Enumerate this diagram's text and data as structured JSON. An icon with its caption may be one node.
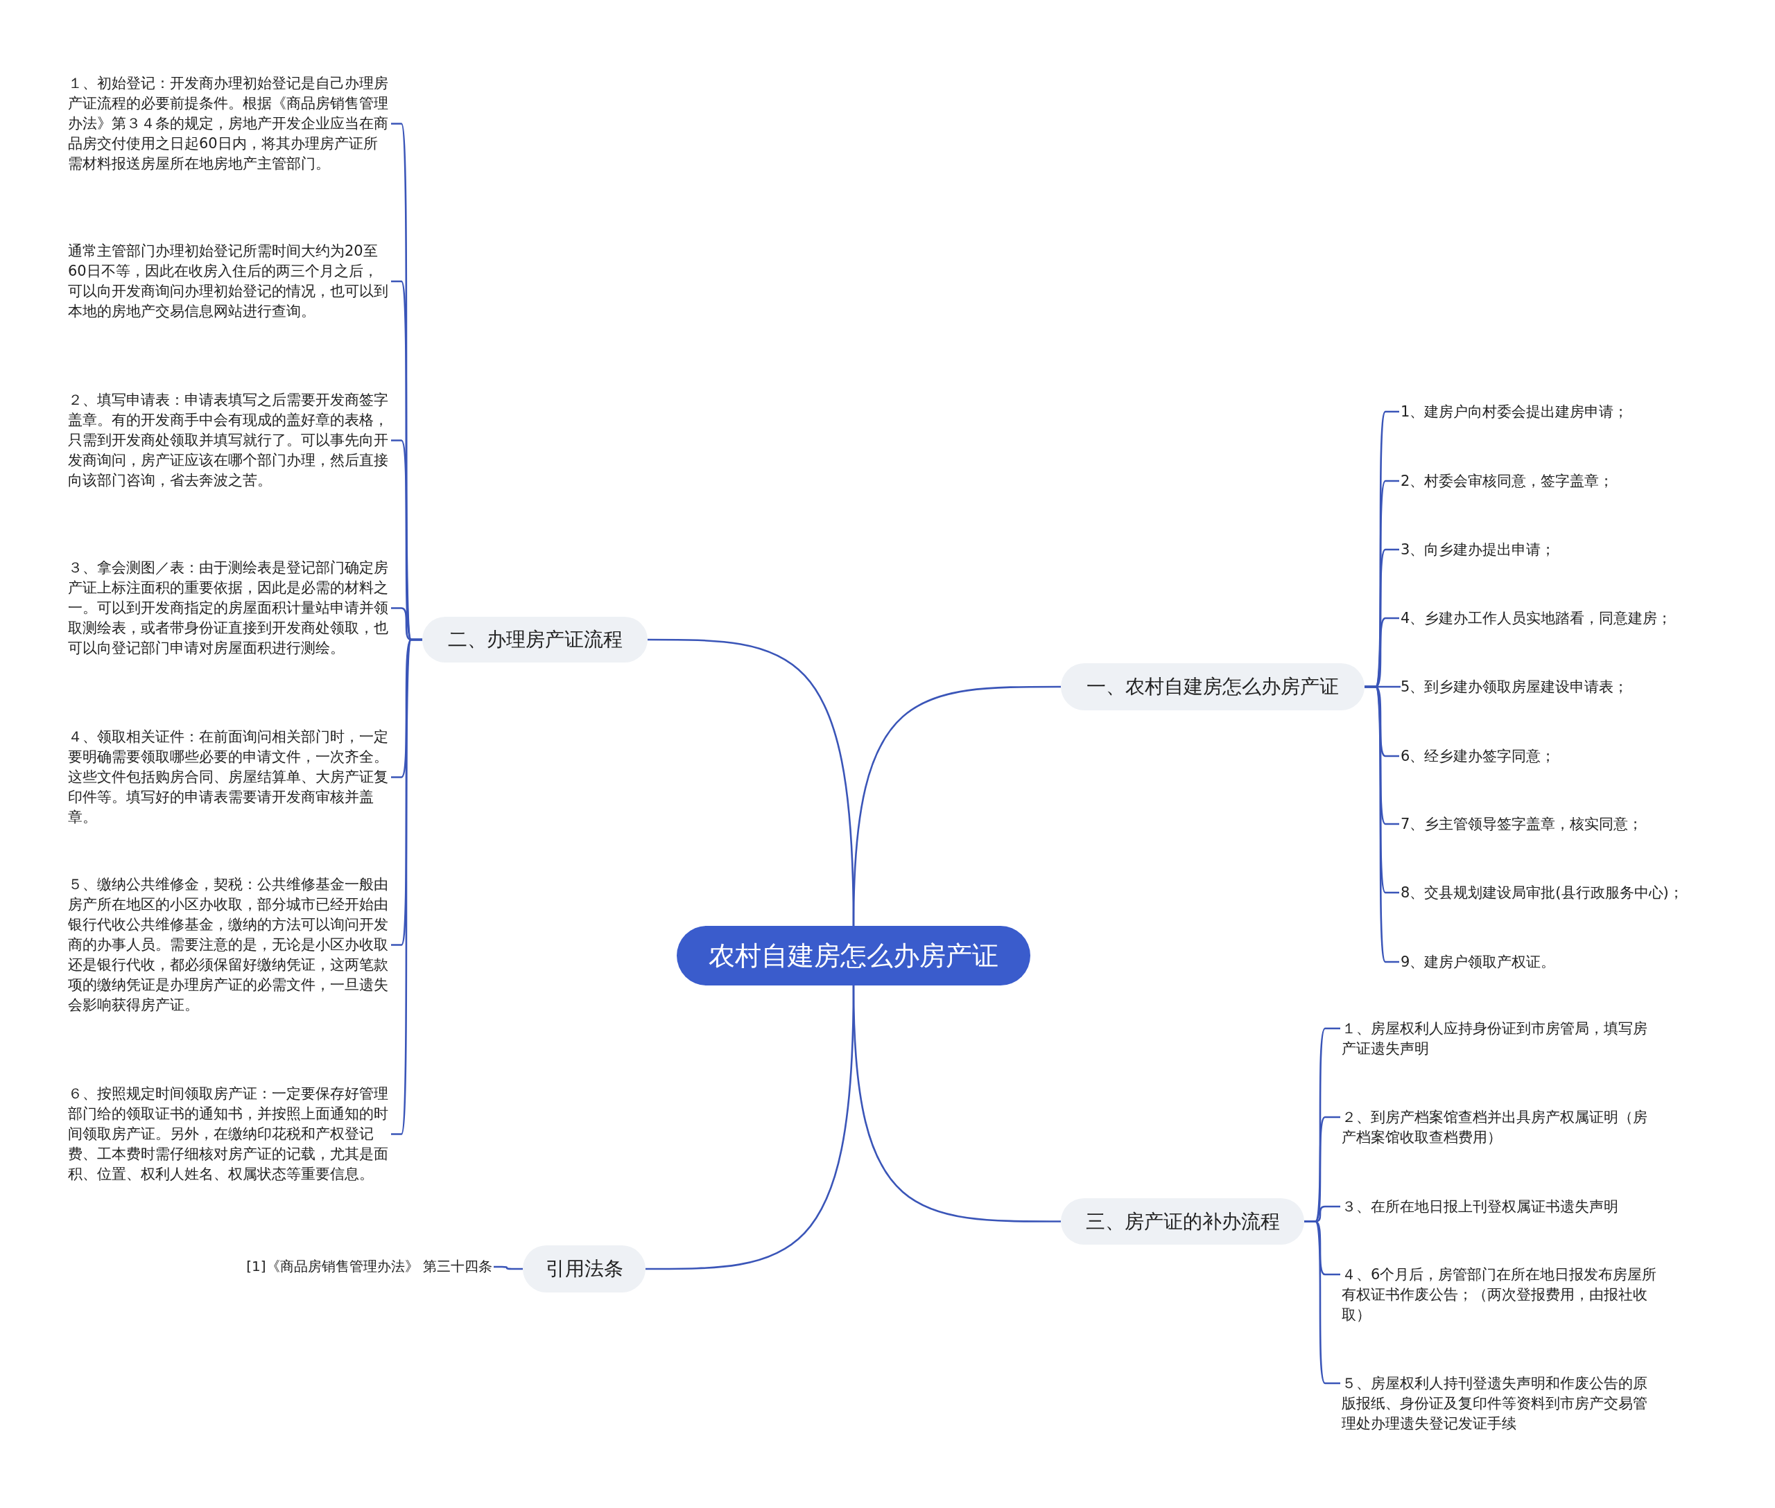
{
  "diagram": {
    "nodes": [
      {
        "text": [
          "农村自建房怎么办房产证"
        ]
      },
      {
        "text": [
          "一、农村自建房怎么办房产证"
        ]
      },
      {
        "text": [
          "1、建房户向村委会提出建房申请；"
        ]
      },
      {
        "text": [
          "2、村委会审核同意，签字盖章；"
        ]
      },
      {
        "text": [
          "3、向乡建办提出申请；"
        ]
      },
      {
        "text": [
          "4、乡建办工作人员实地踏看，同意建房；"
        ]
      },
      {
        "text": [
          "5、到乡建办领取房屋建设申请表；"
        ]
      },
      {
        "text": [
          "6、经乡建办签字同意；"
        ]
      },
      {
        "text": [
          "7、乡主管领导签字盖章，核实同意；"
        ]
      },
      {
        "text": [
          "8、交县规划建设局审批(县行政服务中心)；"
        ]
      },
      {
        "text": [
          "9、建房户领取产权证。"
        ]
      },
      {
        "text": [
          "二、办理房产证流程"
        ]
      },
      {
        "text": [
          "１、初始登记：开发商办理初始登记是自己办理房产证流程的必要前提条件。根据《商品房销售管理办法》第３４条的规定，房地产开发企业应当在商品房交付使用之日起60日内，将其办理房产证所需材料报送房屋所在地房地产主管部门。"
        ]
      },
      {
        "text": [
          "通常主管部门办理初始登记所需时间大约为20至60日不等，因此在收房入住后的两三个月之后，可以向开发商询问办理初始登记的情况，也可以到本地的房地产交易信息网站进行查询。"
        ]
      },
      {
        "text": [
          "２、填写申请表：申请表填写之后需要开发商签字盖章。有的开发商手中会有现成的盖好章的表格，只需到开发商处领取并填写就行了。可以事先向开发商询问，房产证应该在哪个部门办理，然后直接向该部门咨询，省去奔波之苦。"
        ]
      },
      {
        "text": [
          "３、拿会测图／表：由于测绘表是登记部门确定房产证上标注面积的重要依据，因此是必需的材料之一。可以到开发商指定的房屋面积计量站申请并领取测绘表，或者带身份证直接到开发商处领取，也可以向登记部门申请对房屋面积进行测绘。"
        ]
      },
      {
        "text": [
          "４、领取相关证件：在前面询问相关部门时，一定要明确需要领取哪些必要的申请文件，一次齐全。这些文件包括购房合同、房屋结算单、大房产证复印件等。填写好的申请表需要请开发商审核并盖章。"
        ]
      },
      {
        "text": [
          "５、缴纳公共维修金，契税：公共维修基金一般由房产所在地区的小区办收取，部分城市已经开始由银行代收公共维修基金，缴纳的方法可以询问开发商的办事人员。需要注意的是，无论是小区办收取还是银行代收，都必须保留好缴纳凭证，这两笔款项的缴纳凭证是办理房产证的必需文件，一旦遗失会影响获得房产证。"
        ]
      },
      {
        "text": [
          "６、按照规定时间领取房产证：一定要保存好管理部门给的领取证书的通知书，并按照上面通知的时间领取房产证。另外，在缴纳印花税和产权登记费、工本费时需仔细核对房产证的记载，尤其是面积、位置、权利人姓名、权属状态等重要信息。"
        ]
      },
      {
        "text": [
          "三、房产证的补办流程"
        ]
      },
      {
        "text": [
          "１、房屋权利人应持身份证到市房管局，填写房产证遗失声明"
        ]
      },
      {
        "text": [
          "２、到房产档案馆查档并出具房产权属证明（房产档案馆收取查档费用）"
        ]
      },
      {
        "text": [
          "３、在所在地日报上刊登权属证书遗失声明"
        ]
      },
      {
        "text": [
          "４、6个月后，房管部门在所在地日报发布房屋所有权证书作废公告；（两次登报费用，由报社收取）"
        ]
      },
      {
        "text": [
          "５、房屋权利人持刊登遗失声明和作废公告的原版报纸、身份证及复印件等资料到市房产交易管理处办理遗失登记发证手续"
        ]
      },
      {
        "text": [
          "引用法条"
        ]
      },
      {
        "text": [
          "[1]《商品房销售管理办法》 第三十四条"
        ]
      }
    ],
    "edges": [
      {
        "from": 0,
        "to": 1,
        "arrow": "none"
      },
      {
        "from": 1,
        "to": 2,
        "arrow": "none"
      },
      {
        "from": 1,
        "to": 3,
        "arrow": "none"
      },
      {
        "from": 1,
        "to": 4,
        "arrow": "none"
      },
      {
        "from": 1,
        "to": 5,
        "arrow": "none"
      },
      {
        "from": 1,
        "to": 6,
        "arrow": "none"
      },
      {
        "from": 1,
        "to": 7,
        "arrow": "none"
      },
      {
        "from": 1,
        "to": 8,
        "arrow": "none"
      },
      {
        "from": 1,
        "to": 9,
        "arrow": "none"
      },
      {
        "from": 1,
        "to": 10,
        "arrow": "none"
      },
      {
        "from": 0,
        "to": 11,
        "arrow": "none"
      },
      {
        "from": 11,
        "to": 12,
        "arrow": "none"
      },
      {
        "from": 11,
        "to": 13,
        "arrow": "none"
      },
      {
        "from": 11,
        "to": 14,
        "arrow": "none"
      },
      {
        "from": 11,
        "to": 15,
        "arrow": "none"
      },
      {
        "from": 11,
        "to": 16,
        "arrow": "none"
      },
      {
        "from": 11,
        "to": 17,
        "arrow": "none"
      },
      {
        "from": 11,
        "to": 18,
        "arrow": "none"
      },
      {
        "from": 0,
        "to": 19,
        "arrow": "none"
      },
      {
        "from": 19,
        "to": 20,
        "arrow": "none"
      },
      {
        "from": 19,
        "to": 21,
        "arrow": "none"
      },
      {
        "from": 19,
        "to": 22,
        "arrow": "none"
      },
      {
        "from": 19,
        "to": 23,
        "arrow": "none"
      },
      {
        "from": 19,
        "to": 24,
        "arrow": "none"
      },
      {
        "from": 0,
        "to": 25,
        "arrow": "none"
      },
      {
        "from": 25,
        "to": 26,
        "arrow": "none"
      }
    ]
  }
}
